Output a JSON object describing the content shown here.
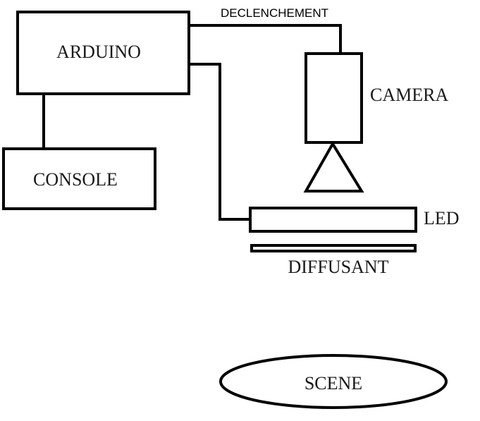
{
  "labels": {
    "arduino": "ARDUINO",
    "console": "CONSOLE",
    "camera": "CAMERA",
    "led": "LED",
    "diffusant": "DIFFUSANT",
    "scene": "SCENE",
    "declenchement": "DECLENCHEMENT"
  },
  "colors": {
    "stroke": "#000000",
    "background": "#ffffff",
    "text": "#1a1a1a"
  }
}
